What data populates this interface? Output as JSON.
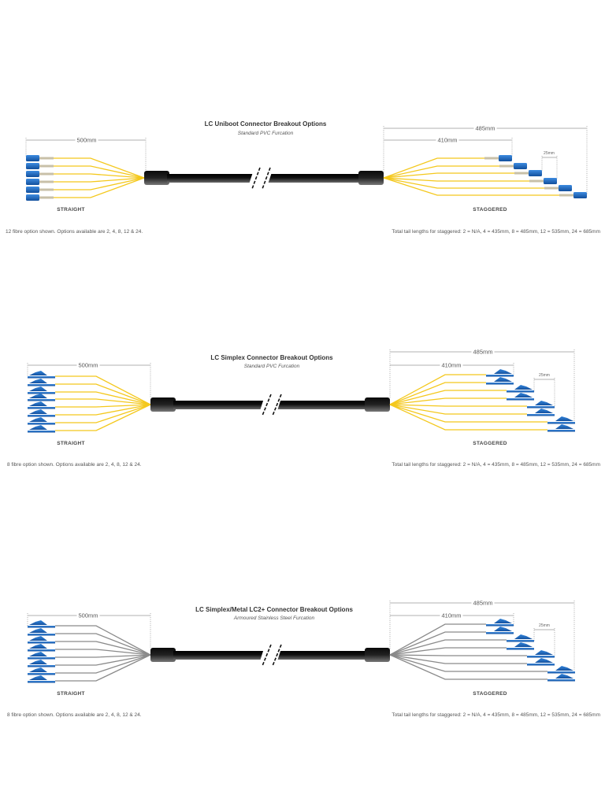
{
  "panels": [
    {
      "title": "LC Uniboot Connector Breakout Options",
      "subtitle": "Standard PVC Furcation",
      "connector_type": "uniboot",
      "fibre_color": "#f4c81c",
      "fibre_count_shown": 6,
      "dimensions": {
        "straight": "500mm",
        "staggered_total": "485mm",
        "staggered_first": "410mm",
        "stagger_step": "25mm"
      },
      "labels": {
        "straight": "STRAIGHT",
        "staggered": "STAGGERED"
      },
      "notes": {
        "left": "12 fibre option shown. Options available are 2, 4, 8, 12 & 24.",
        "right": "Total tail lengths for staggered: 2 = N/A, 4 = 435mm, 8 = 485mm, 12 = 535mm, 24 = 685mm"
      }
    },
    {
      "title": "LC Simplex Connector Breakout Options",
      "subtitle": "Standard PVC Furcation",
      "connector_type": "simplex",
      "fibre_color": "#f4c81c",
      "fibre_count_shown": 8,
      "dimensions": {
        "straight": "500mm",
        "staggered_total": "485mm",
        "staggered_first": "410mm",
        "stagger_step": "25mm"
      },
      "labels": {
        "straight": "STRAIGHT",
        "staggered": "STAGGERED"
      },
      "notes": {
        "left": "8 fibre option shown. Options available are 2, 4, 8, 12 & 24.",
        "right": "Total tail lengths for staggered: 2 = N/A, 4 = 435mm, 8 = 485mm, 12 = 535mm, 24 = 685mm"
      }
    },
    {
      "title": "LC Simplex/Metal LC2+ Connector Breakout Options",
      "subtitle": "Armoured Stainless Steel Furcation",
      "connector_type": "simplex",
      "fibre_color": "#8a8a8a",
      "fibre_count_shown": 8,
      "dimensions": {
        "straight": "500mm",
        "staggered_total": "485mm",
        "staggered_first": "410mm",
        "stagger_step": "25mm"
      },
      "labels": {
        "straight": "STRAIGHT",
        "staggered": "STAGGERED"
      },
      "notes": {
        "left": "8 fibre option shown. Options available are 2, 4, 8, 12 & 24.",
        "right": "Total tail lengths for staggered: 2 = N/A, 4 = 435mm, 8 = 485mm, 12 = 535mm, 24 = 685mm"
      }
    }
  ],
  "colors": {
    "connector_blue": "#1f6fc4",
    "cable_black": "#1a1a1a",
    "dimension_line": "#888888"
  }
}
